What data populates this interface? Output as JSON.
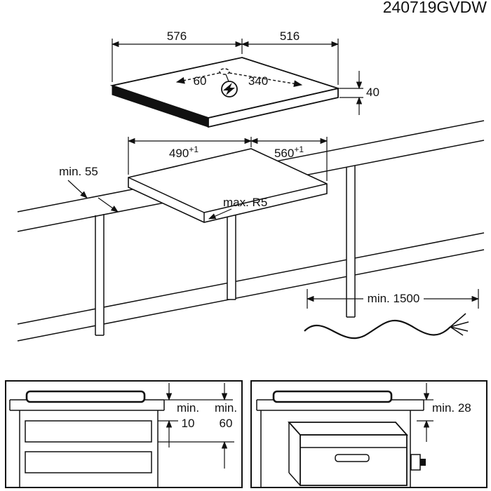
{
  "model": "240719GVDW",
  "hob": {
    "width_mm": "576",
    "depth_mm": "516",
    "height_mm": "40",
    "connection_offset_left": "60",
    "connection_offset_right": "340",
    "power_icon": "lightning-bolt"
  },
  "cutout": {
    "front_clearance": "min. 55",
    "width_mm": "490",
    "width_tolerance": "+1",
    "depth_mm": "560",
    "depth_tolerance": "+1",
    "corner_radius": "max. R5"
  },
  "cable": {
    "min_length": "min. 1500"
  },
  "drawer_box": {
    "gap_label": "min.",
    "gap_value": "10",
    "vent_label": "min.",
    "vent_value": "60"
  },
  "oven_box": {
    "clearance": "min. 28"
  }
}
